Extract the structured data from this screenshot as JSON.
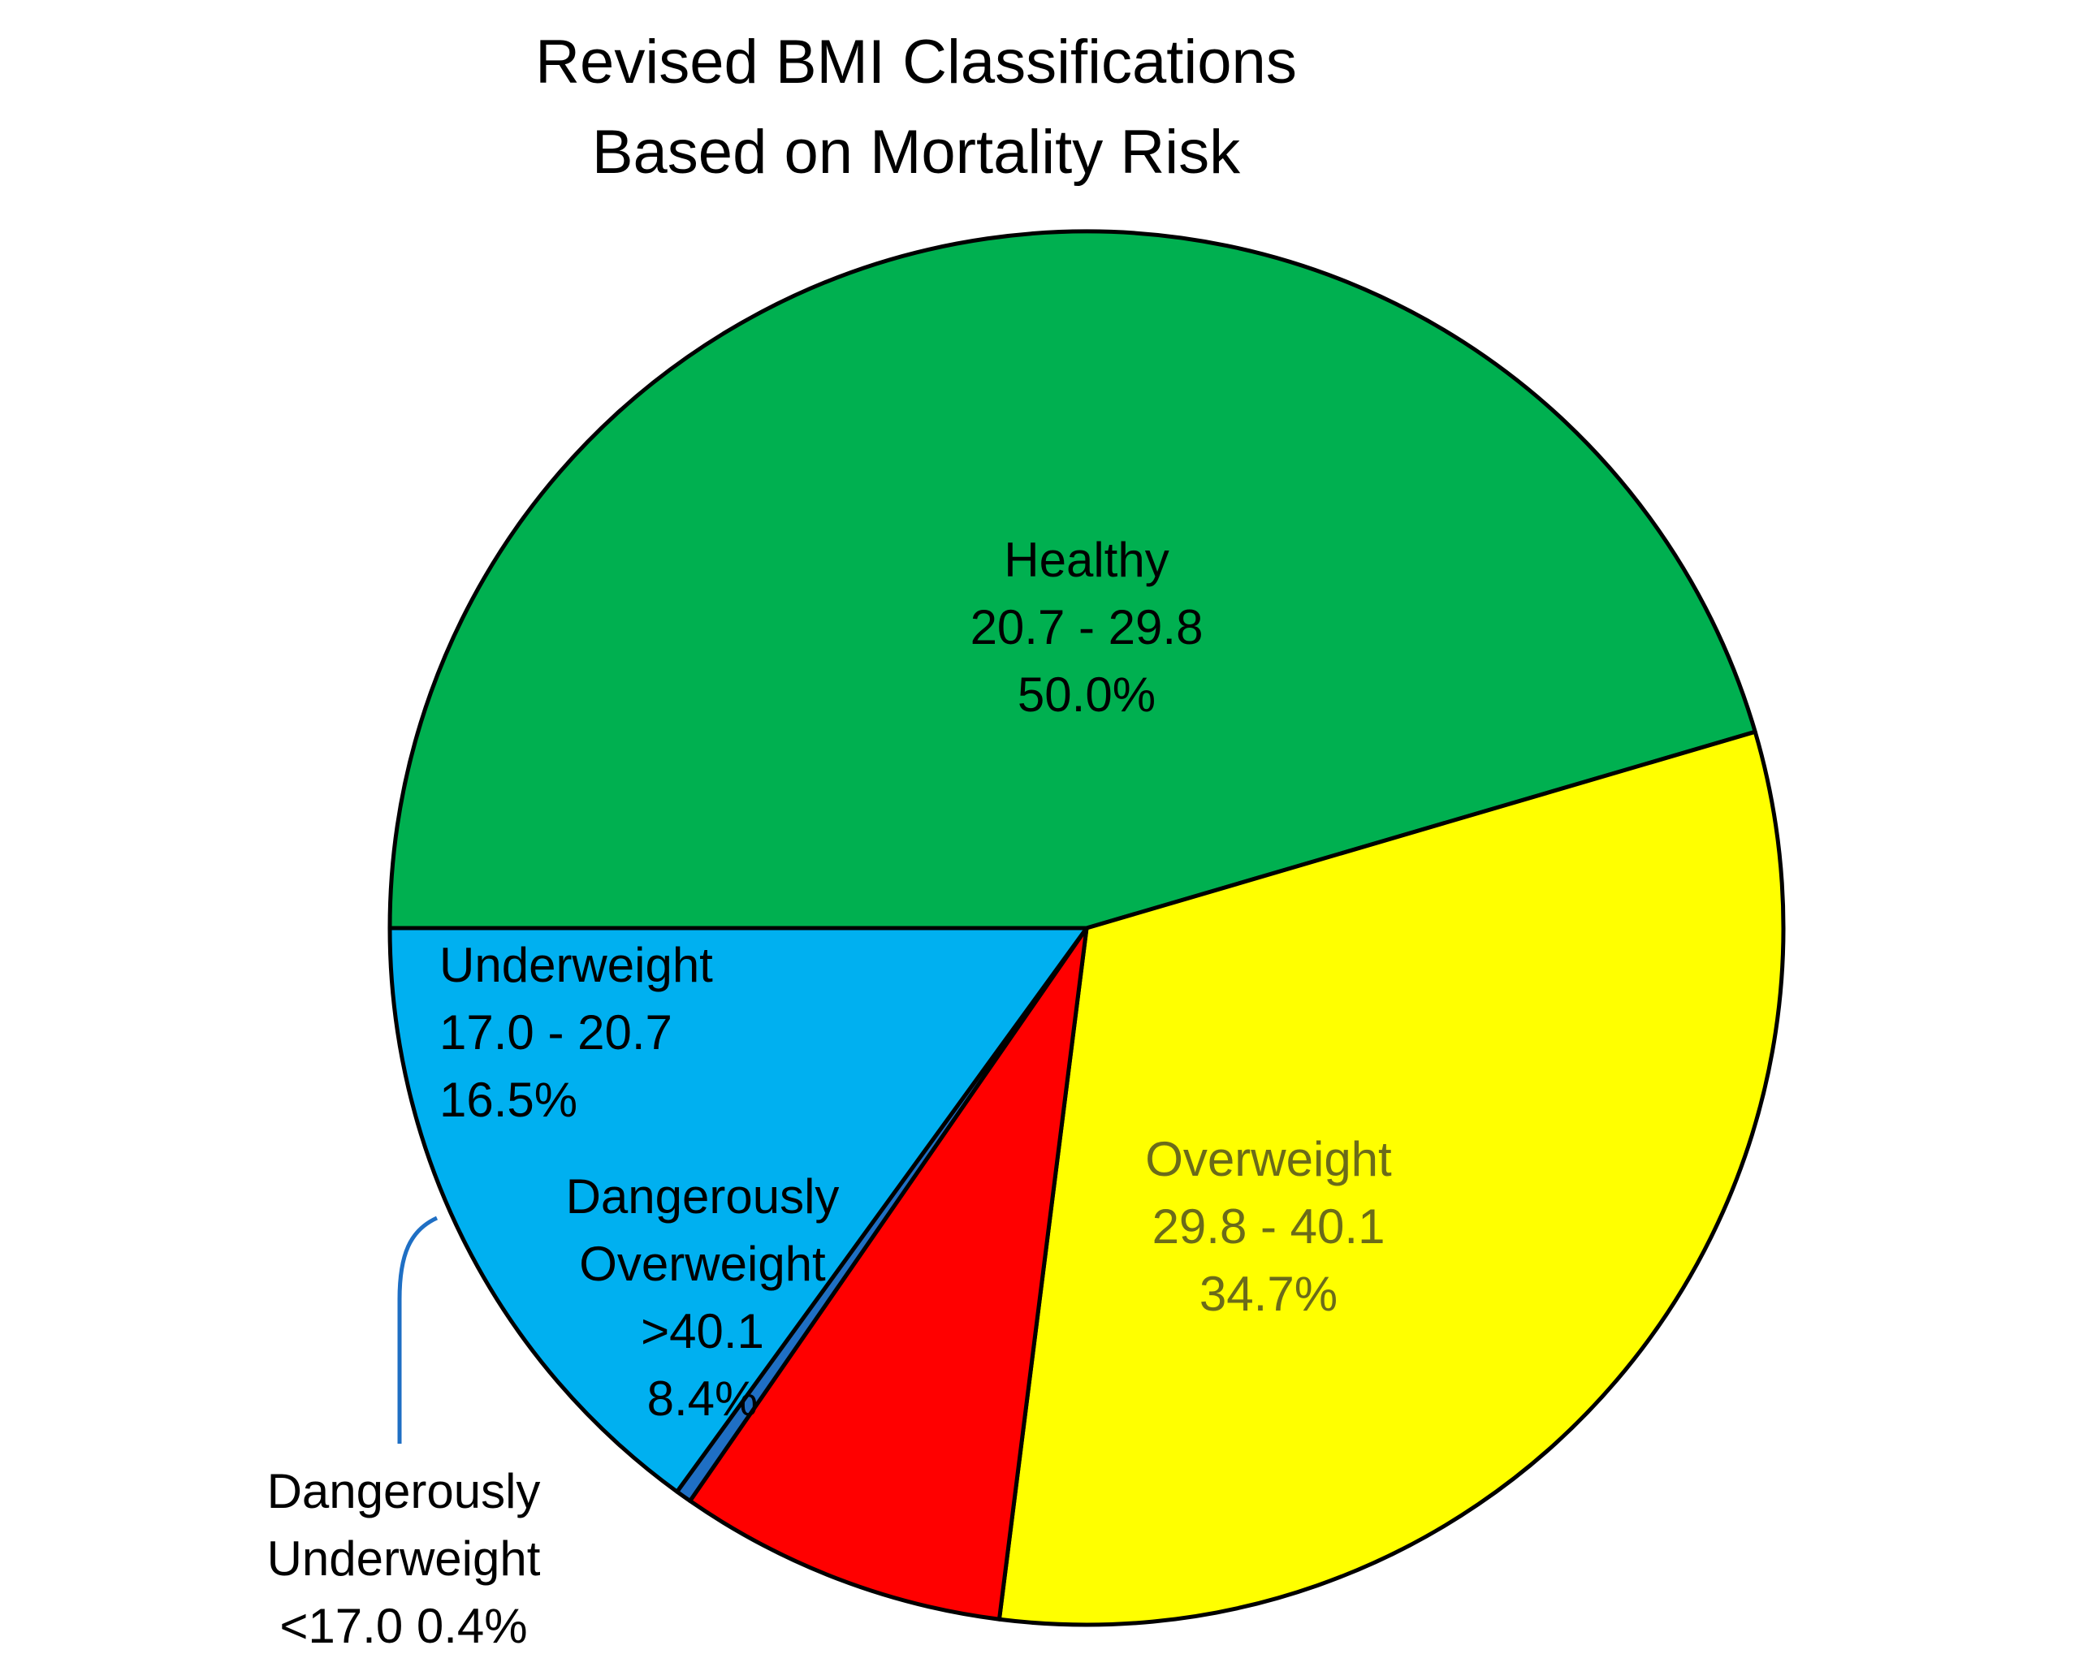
{
  "chart_data": {
    "type": "pie",
    "title": "Revised BMI Classifications",
    "subtitle": "Based on Mortality Risk",
    "slices": [
      {
        "label": "Healthy",
        "range": "20.7 - 29.8",
        "percent_label": "50.0%",
        "value": 50.0,
        "color": "#00B050",
        "label_color": "#000000"
      },
      {
        "label": "Overweight",
        "range": "29.8 - 40.1",
        "percent_label": "34.7%",
        "value": 34.7,
        "color": "#FFFF00",
        "label_color": "#6B6B1A"
      },
      {
        "label": "Dangerously Overweight",
        "label_lines": [
          "Dangerously",
          "Overweight"
        ],
        "range": ">40.1",
        "percent_label": "8.4%",
        "value": 8.4,
        "color": "#FF0000",
        "label_color": "#000000"
      },
      {
        "label": "Dangerously Underweight",
        "label_lines": [
          "Dangerously",
          "Underweight"
        ],
        "range": "<17.0",
        "percent_label": "0.4%",
        "value": 0.4,
        "color": "#1F6FC4",
        "label_color": "#000000"
      },
      {
        "label": "Underweight",
        "range": "17.0 - 20.7",
        "percent_label": "16.5%",
        "value": 16.5,
        "color": "#00B0F0",
        "label_color": "#000000"
      }
    ],
    "leader_line_color": "#1F6FC4",
    "border_color": "#000000",
    "legend": "none"
  }
}
